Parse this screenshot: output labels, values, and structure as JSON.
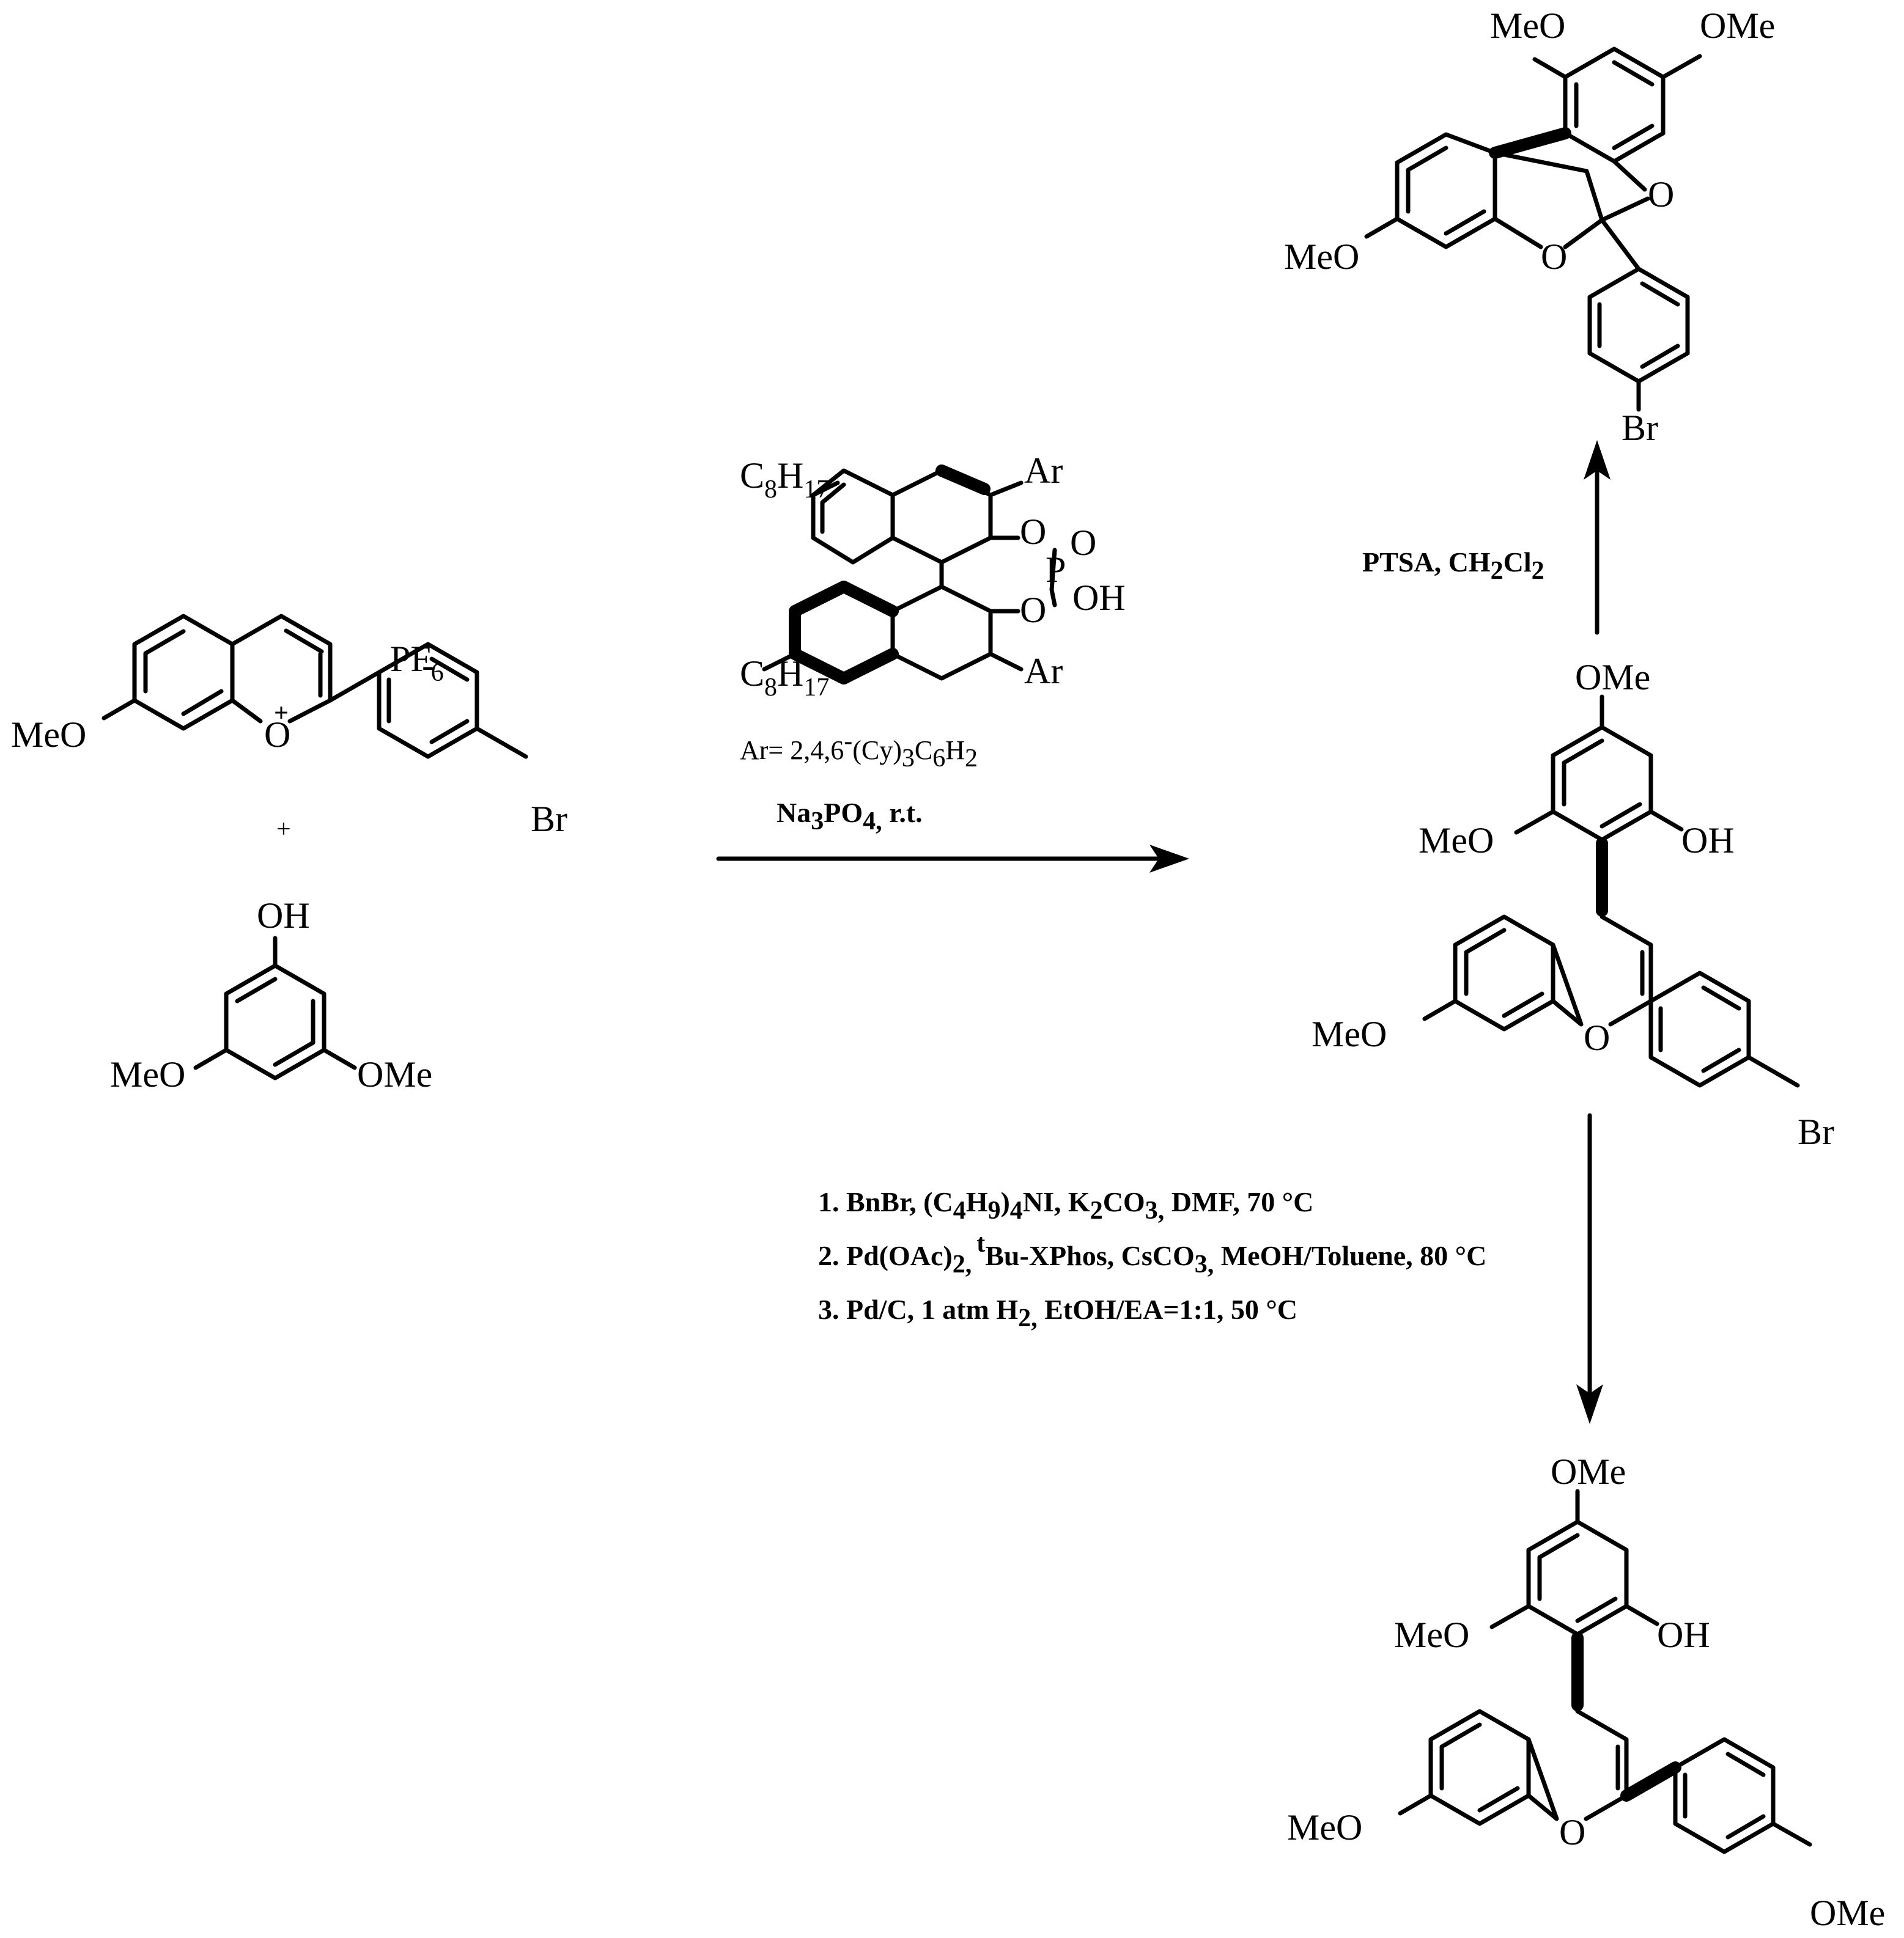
{
  "colors": {
    "ink": "#000000",
    "background": "#ffffff"
  },
  "start": {
    "flavylium": {
      "meo": "MeO",
      "o_plus": "O",
      "charge": "+",
      "counterion": "PF",
      "counterion_sub": "6",
      "counterion_charge": "-",
      "br": "Br"
    },
    "plus_sign": "+",
    "phenol": {
      "oh": "OH",
      "meo_left": "MeO",
      "ome_right": "OMe"
    }
  },
  "catalyst": {
    "c8h17_top": {
      "c": "C",
      "s1": "8",
      "h": "H",
      "s2": "17"
    },
    "c8h17_bottom": {
      "c": "C",
      "s1": "8",
      "h": "H",
      "s2": "17"
    },
    "ar_top": "Ar",
    "ar_bottom": "Ar",
    "o_upper": "O",
    "o_lower": "O",
    "p": "P",
    "p_oxo": "O",
    "oh": "OH",
    "ar_definition": {
      "a": "Ar= 2,4,6",
      "sup": "-",
      "b": "(Cy)",
      "s1": "3",
      "c": "C",
      "s2": "6",
      "d": "H",
      "s3": "2"
    }
  },
  "step1": {
    "reagent_a": "Na",
    "reagent_s1": "3",
    "reagent_b": "PO",
    "reagent_s2": "4,",
    "reagent_c": " r.t."
  },
  "step2": {
    "reagent_a": "PTSA, CH",
    "s1": "2",
    "reagent_b": "Cl",
    "s2": "2"
  },
  "step3": {
    "line1": {
      "a": "1. BnBr, (C",
      "s1": "4",
      "b": "H",
      "s2": "9",
      "c": ")",
      "s3": "4",
      "d": "NI, K",
      "s4": "2",
      "e": "CO",
      "s5": "3,",
      "f": " DMF, 70 °C"
    },
    "line2": {
      "a": "2. Pd(OAc)",
      "s1": "2,",
      "sup": "t",
      "b": "Bu-XPhos, CsCO",
      "s2": "3,",
      "c": " MeOH/Toluene, 80 °C"
    },
    "line3": {
      "a": "3. Pd/C, 1 atm H",
      "s1": "2,",
      "b": " EtOH/EA=1:1, 50 °C"
    }
  },
  "intermediate": {
    "ome_top": "OMe",
    "meo_mid": "MeO",
    "oh": "OH",
    "meo_left": "MeO",
    "o_ring": "O",
    "br": "Br"
  },
  "bicyclic": {
    "meo_top_left": "MeO",
    "ome_top_right": "OMe",
    "o_bridge": "O",
    "meo_left": "MeO",
    "o_ring": "O",
    "br": "Br"
  },
  "final": {
    "ome_top": "OMe",
    "meo_mid": "MeO",
    "oh": "OH",
    "meo_left": "MeO",
    "o_ring": "O",
    "ome_bottom": "OMe"
  }
}
